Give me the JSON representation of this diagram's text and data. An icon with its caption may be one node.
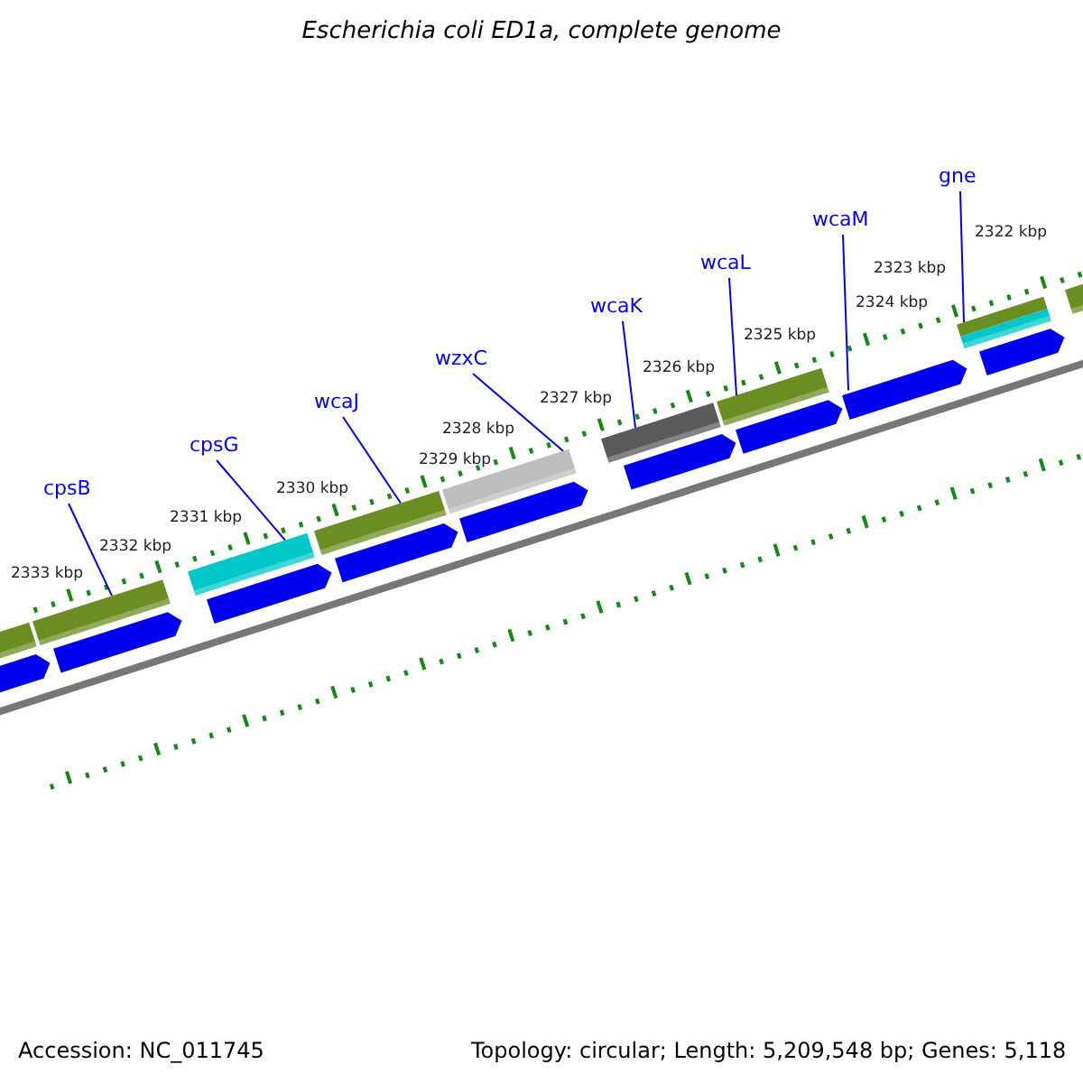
{
  "diagram": {
    "title": "Escherichia coli ED1a, complete genome",
    "nodes": [
      {
        "text": [
          "cpsB"
        ]
      },
      {
        "text": [
          "cpsG"
        ]
      },
      {
        "text": [
          "wcaJ"
        ]
      },
      {
        "text": [
          "wzxC"
        ]
      },
      {
        "text": [
          "wcaK"
        ]
      },
      {
        "text": [
          "wcaL"
        ]
      },
      {
        "text": [
          "wcaM"
        ]
      },
      {
        "text": [
          "gne"
        ]
      },
      {
        "text": [],
        "shape": "bar"
      },
      {
        "text": [],
        "shape": "bar"
      },
      {
        "text": [],
        "shape": "bar"
      },
      {
        "text": [],
        "shape": "bar"
      },
      {
        "text": [],
        "shape": "bar"
      },
      {
        "text": [],
        "shape": "bar"
      },
      {
        "text": [],
        "shape": "arrow"
      },
      {
        "text": [],
        "shape": "bar"
      }
    ],
    "edges": [
      {
        "from": 0,
        "to": 8,
        "arrow": "none"
      },
      {
        "from": 1,
        "to": 9,
        "arrow": "none"
      },
      {
        "from": 2,
        "to": 10,
        "arrow": "none"
      },
      {
        "from": 3,
        "to": 11,
        "arrow": "none"
      },
      {
        "from": 4,
        "to": 12,
        "arrow": "none"
      },
      {
        "from": 5,
        "to": 13,
        "arrow": "none"
      },
      {
        "from": 6,
        "to": 14,
        "arrow": "none"
      },
      {
        "from": 7,
        "to": 15,
        "arrow": "none"
      }
    ],
    "labels": [
      "2322 kbp",
      "2323 kbp",
      "2324 kbp",
      "2325 kbp",
      "2326 kbp",
      "2327 kbp",
      "2328 kbp",
      "2329 kbp",
      "2330 kbp",
      "2331 kbp",
      "2332 kbp",
      "2333 kbp",
      "Accession: NC_011745",
      "Topology: circular; Length: 5,209,548 bp; Genes: 5,118"
    ]
  }
}
